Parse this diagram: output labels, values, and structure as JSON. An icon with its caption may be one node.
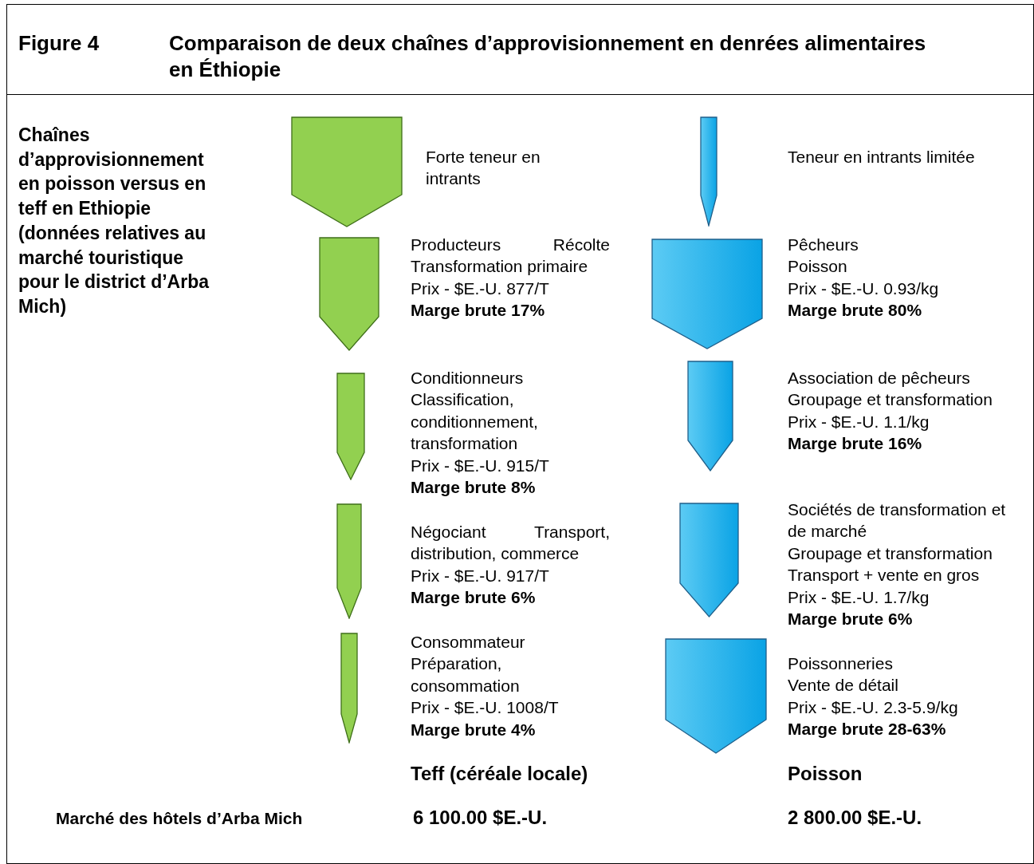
{
  "diagram": {
    "title": "Comparaison de deux chaînes d’approvisionnement en denrées alimentaires en Éthiopie",
    "nodes": [
      {
        "text": [],
        "shape": "pentagon",
        "beside": [
          "Forte teneur en intrants"
        ]
      },
      {
        "text": [],
        "shape": "pentagon"
      },
      {
        "text": [],
        "shape": "pentagon",
        "beside": [
          "Producteurs Récolte Transformation primaire",
          "Prix - $E.-U. 877/T",
          "Marge brute 17%"
        ]
      },
      {
        "text": [],
        "shape": "pentagon",
        "beside": [
          "Pêcheurs",
          "Poisson",
          "Prix - $E.-U. 0.93/kg",
          "Marge brute 80%"
        ]
      },
      {
        "text": [],
        "shape": "pentagon",
        "beside": [
          "Conditionneurs",
          "Classification, conditionnement, transformation",
          "Prix - $E.-U. 915/T",
          "Marge brute 8%"
        ]
      },
      {
        "text": [],
        "shape": "pentagon",
        "beside": [
          "Association de pêcheurs",
          "Groupage et transformation",
          "Prix - $E.-U. 1.1/kg",
          "Marge brute 16%"
        ]
      },
      {
        "text": [],
        "shape": "pentagon",
        "beside": [
          "Négociant Transport, distribution, commerce",
          "Prix - $E.-U. 917/T",
          "Marge brute 6%"
        ]
      },
      {
        "text": [],
        "shape": "pentagon",
        "beside": [
          "Sociétés de transformation et de marché",
          "Groupage et transformation",
          "Transport + vente en gros",
          "Prix - $E.-U. 1.7/kg",
          "Marge brute 6%"
        ]
      },
      {
        "text": [],
        "shape": "pentagon",
        "beside": [
          "Consommateur",
          "Préparation, consommation",
          "Prix - $E.-U. 1008/T",
          "Marge brute 4%"
        ]
      },
      {
        "text": [],
        "shape": "pentagon",
        "beside": [
          "Poissonneries",
          "Vente de détail",
          "Prix - $E.-U. 2.3-5.9/kg",
          "Marge brute 28-63%"
        ]
      }
    ],
    "labels": [
      "Teneur en intrants limitée",
      "Figure 4",
      "Chaînes d’approvisionnement en poisson versus en teff en Ethiopie (données relatives au marché touristique pour le district d’Arba Mich)",
      "Teff (céréale locale)",
      "Poisson",
      "Marché des hôtels d’Arba Mich",
      "6 100.00 $E.-U.",
      "2 800.00 $E.-U."
    ]
  }
}
